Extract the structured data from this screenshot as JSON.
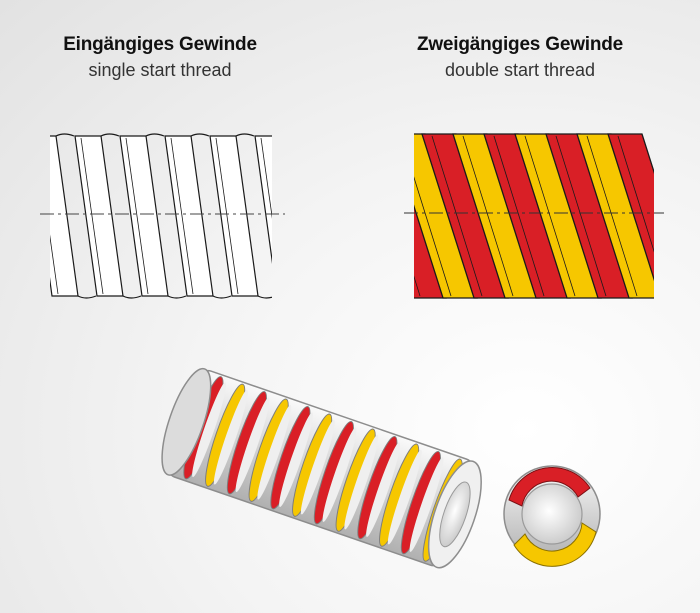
{
  "left": {
    "title": "Eingängiges Gewinde",
    "subtitle": "single start thread"
  },
  "right": {
    "title": "Zweigängiges Gewinde",
    "subtitle": "double start thread"
  },
  "colors": {
    "thread_red": "#d91f26",
    "thread_yellow": "#f6c700",
    "outline": "#1a1a1a",
    "steel": "#e6e6e6"
  }
}
